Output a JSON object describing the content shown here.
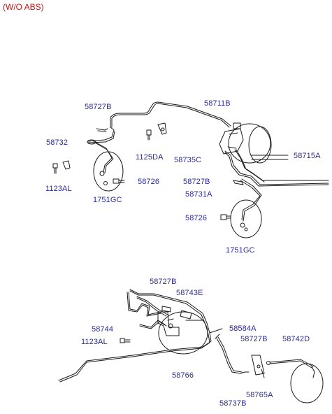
{
  "header": {
    "variant_label": "(W/O ABS)"
  },
  "parts": {
    "p58727B_a": "58727B",
    "p58732": "58732",
    "p58711B": "58711B",
    "p1125DA": "1125DA",
    "p1123AL_a": "1123AL",
    "p1751GC_a": "1751GC",
    "p58726_a": "58726",
    "p58735C": "58735C",
    "p58715A": "58715A",
    "p58727B_b": "58727B",
    "p58731A": "58731A",
    "p58726_b": "58726",
    "p1751GC_b": "1751GC",
    "p58727B_c": "58727B",
    "p58743E": "58743E",
    "p58744": "58744",
    "p58584A": "58584A",
    "p1123AL_b": "1123AL",
    "p58727B_d": "58727B",
    "p58742D": "58742D",
    "p58766": "58766",
    "p58765A": "58765A",
    "p58737B": "58737B"
  },
  "colors": {
    "label": "#2a2a9a",
    "title": "#cc1010",
    "line": "#1a1a1a"
  }
}
